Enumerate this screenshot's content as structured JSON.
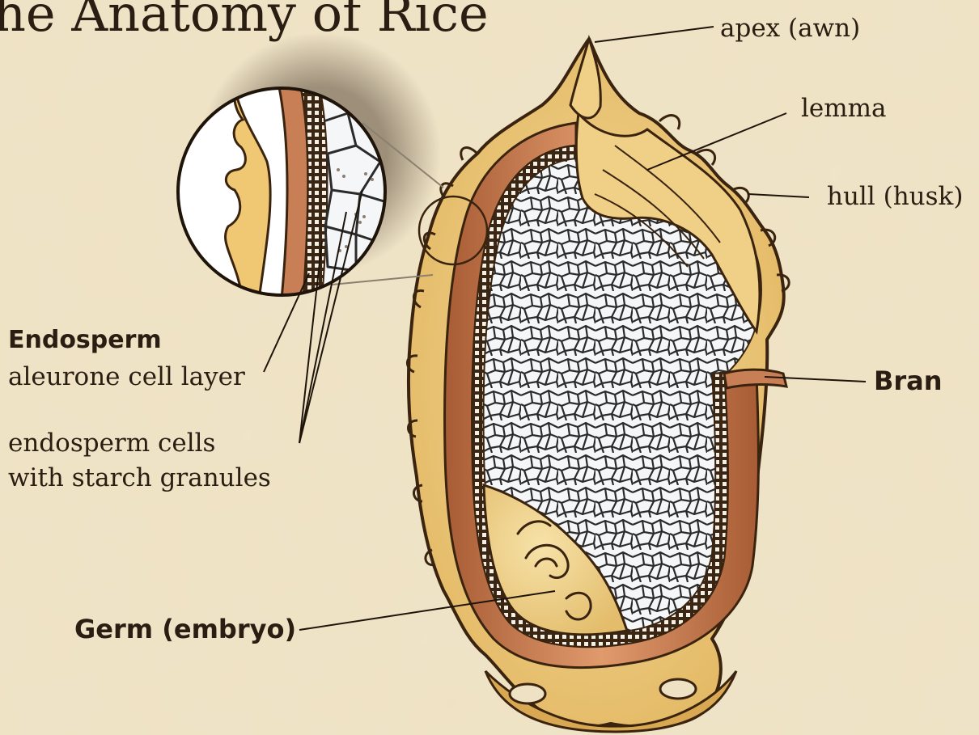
{
  "title": "he Anatomy of Rice",
  "labels": {
    "apex": "apex (awn)",
    "lemma": "lemma",
    "hull": "hull (husk)",
    "bran": "Bran",
    "endosperm_heading": "Endosperm",
    "aleurone": "aleurone cell layer",
    "endosperm_cells_1": "endosperm cells",
    "endosperm_cells_2": "with starch granules",
    "germ": "Germ (embryo)"
  },
  "colors": {
    "background": "#efe2c4",
    "husk": "#eac877",
    "husk_outline": "#3a2410",
    "bran": "#c97f55",
    "cell_fill": "#f4f6f8",
    "cell_line": "#2b2b2b",
    "text": "#2a1d12"
  }
}
